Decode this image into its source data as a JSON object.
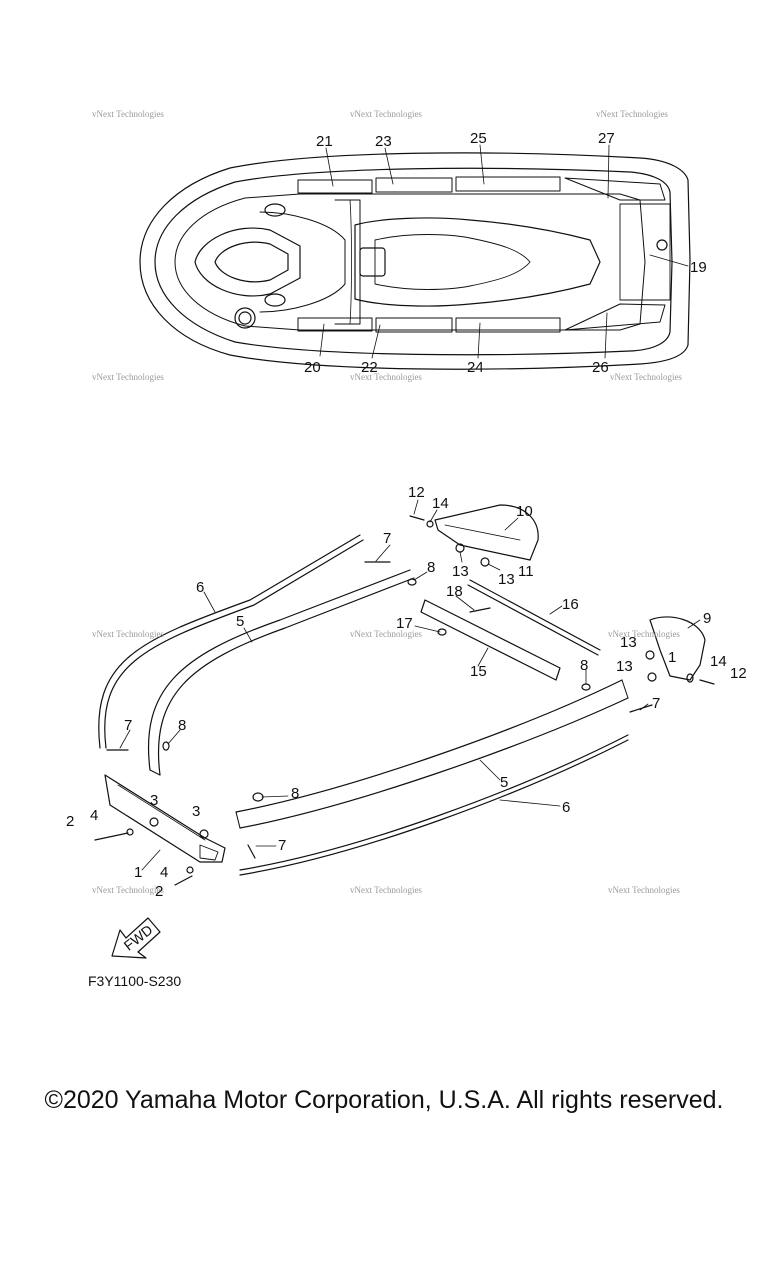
{
  "watermark": "vNext Technologies",
  "figure_code": "F3Y1100-S230",
  "fwd_label": "FWD",
  "copyright": "©2020 Yamaha Motor Corporation, U.S.A. All rights reserved.",
  "callouts": {
    "top": [
      "21",
      "23",
      "25",
      "27",
      "19",
      "20",
      "22",
      "24",
      "26"
    ],
    "bottom": [
      "12",
      "14",
      "10",
      "7",
      "13",
      "11",
      "13",
      "8",
      "6",
      "18",
      "16",
      "9",
      "5",
      "17",
      "13",
      "1",
      "15",
      "13",
      "14",
      "12",
      "7",
      "8",
      "8",
      "7",
      "5",
      "6",
      "3",
      "3",
      "2",
      "4",
      "8",
      "7",
      "1",
      "4",
      "2"
    ]
  }
}
